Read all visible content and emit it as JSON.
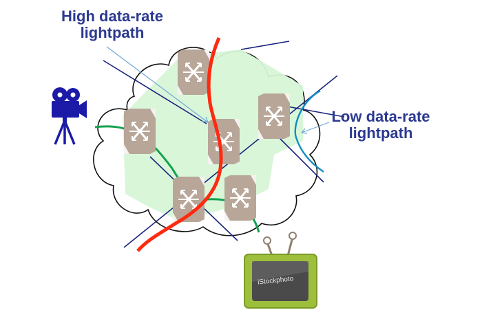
{
  "labels": {
    "high": "High data-rate lightpath",
    "low": "Low data-rate lightpath"
  },
  "watermark": "iStockphoto",
  "colors": {
    "label_text": "#2b3990",
    "cloud_fill": "#d7f5d7",
    "high_rate_path": "#ff2a10",
    "low_rate_path": "#0d8dc4",
    "green_path": "#14a14f",
    "navy_path": "#1a237e",
    "switch": "#b8a698",
    "camera": "#1b1ba8",
    "tv": "#9dbf3c"
  },
  "icons": [
    "video-camera-icon",
    "television-icon",
    "optical-switch-icon"
  ]
}
